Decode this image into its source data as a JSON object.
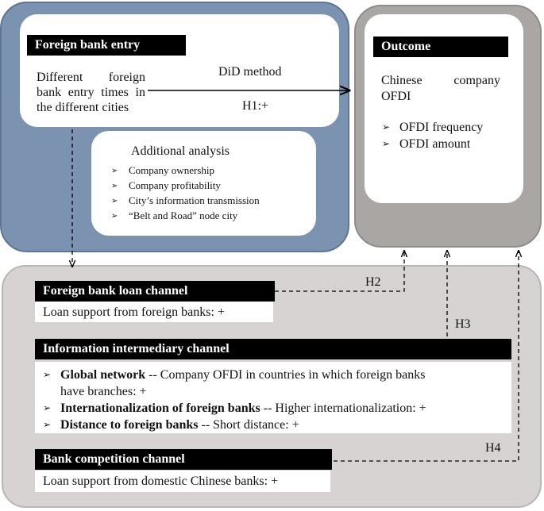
{
  "entry": {
    "title": "Foreign bank entry",
    "line1": "Different foreign",
    "line2": "bank entry times in",
    "line3": "the different cities"
  },
  "did": {
    "method": "DiD method",
    "hypothesis": "H1:+"
  },
  "outcome": {
    "title": "Outcome",
    "line1": "Chinese company",
    "line2": "OFDI",
    "bullets": [
      "OFDI frequency",
      "OFDI amount"
    ]
  },
  "additional": {
    "title": "Additional analysis",
    "bullets": [
      "Company ownership",
      "Company profitability",
      "City’s information transmission",
      "“Belt and Road” node city"
    ]
  },
  "loan_channel": {
    "title": "Foreign bank loan channel",
    "body": "Loan support from foreign banks: +",
    "hypothesis": "H2"
  },
  "info_channel": {
    "title": "Information intermediary channel",
    "hypothesis": "H3",
    "items": [
      {
        "bold": "Global network",
        "rest": " -- Company OFDI in countries in which foreign banks",
        "cont": "have branches: +"
      },
      {
        "bold": "Internationalization of foreign banks",
        "rest": " -- Higher internationalization: +"
      },
      {
        "bold": "Distance to foreign banks",
        "rest": " -- Short distance: +"
      }
    ]
  },
  "competition_channel": {
    "title": "Bank competition channel",
    "body": "Loan support from domestic Chinese banks: +",
    "hypothesis": "H4"
  }
}
